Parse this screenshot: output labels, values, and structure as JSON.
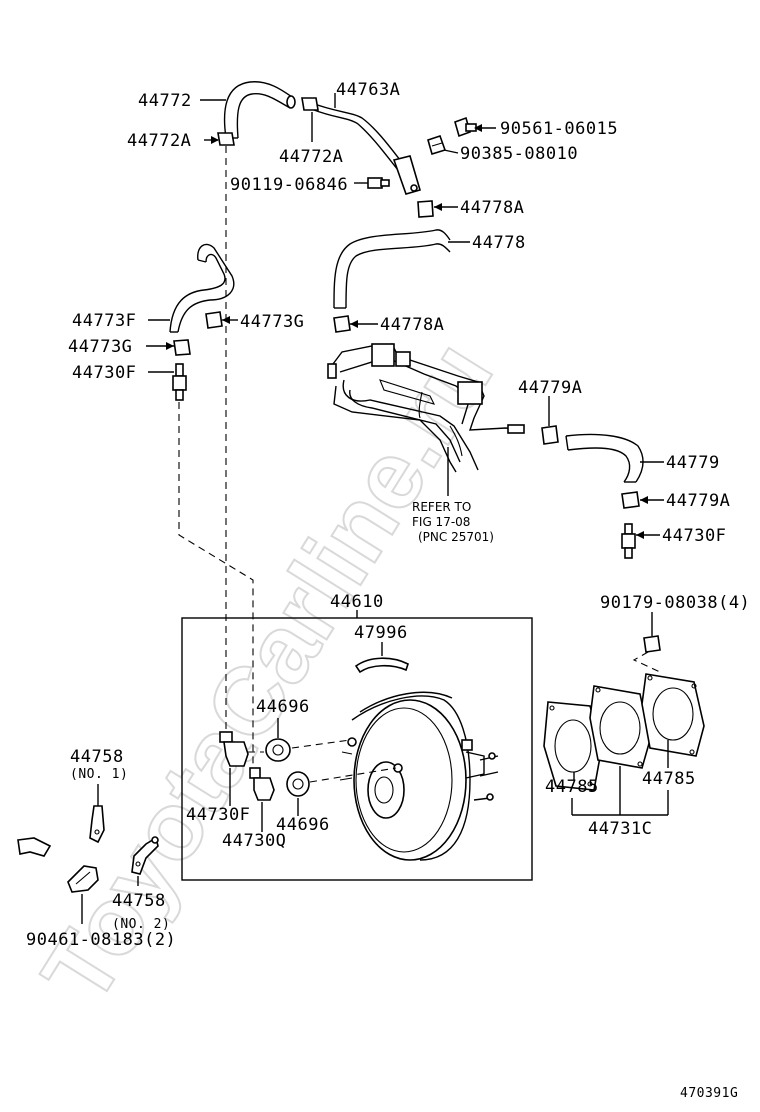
{
  "watermark": "ToyotaCarline.ru",
  "figure_code": "470391G",
  "labels": {
    "p44772": "44772",
    "p44772A_left": "44772A",
    "p44763A": "44763A",
    "p44772A_mid": "44772A",
    "p90561": "90561-06015",
    "p90385": "90385-08010",
    "p90119": "90119-06846",
    "p44778A_top": "44778A",
    "p44778": "44778",
    "p44773F": "44773F",
    "p44773G_right": "44773G",
    "p44778A_low": "44778A",
    "p44773G_left": "44773G",
    "p44730F_top": "44730F",
    "p44779A_top": "44779A",
    "p44779": "44779",
    "p44779A_low": "44779A",
    "p44730F_right": "44730F",
    "p44610": "44610",
    "p47996": "47996",
    "p90179": "90179-08038(4)",
    "p44696_top": "44696",
    "p44696_low": "44696",
    "p44730F_box": "44730F",
    "p44730Q": "44730Q",
    "p44785_left": "44785",
    "p44785_right": "44785",
    "p44731C": "44731C",
    "p44758_no1": "44758",
    "no1": "(NO. 1)",
    "p44758_no2": "44758",
    "no2": "(NO. 2)",
    "p90461": "90461-08183(2)"
  },
  "reference_note": {
    "line1": "REFER TO",
    "line2": "FIG 17-08",
    "line3": "(PNC 25701)"
  }
}
